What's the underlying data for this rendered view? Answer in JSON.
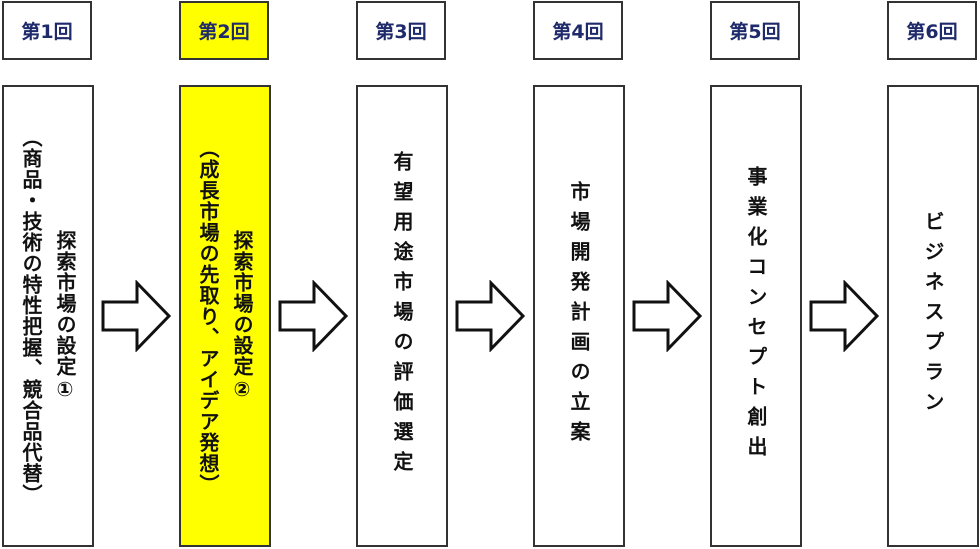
{
  "colors": {
    "highlight": "#ffff00",
    "header_text": "#1f2a6b"
  },
  "steps": [
    {
      "label": "第1回",
      "title": "探索市場の設定①",
      "detail": "（商品・技術の特性把握、競合品代替）"
    },
    {
      "label": "第2回",
      "title": "探索市場の設定②",
      "detail": "（成長市場の先取り、アイデア発想）",
      "highlighted": true
    },
    {
      "label": "第3回",
      "title": "有望用途市場の評価選定"
    },
    {
      "label": "第4回",
      "title": "市場開発計画の立案"
    },
    {
      "label": "第5回",
      "title": "事業化コンセプト創出"
    },
    {
      "label": "第6回",
      "title": "ビジネスプラン"
    }
  ]
}
